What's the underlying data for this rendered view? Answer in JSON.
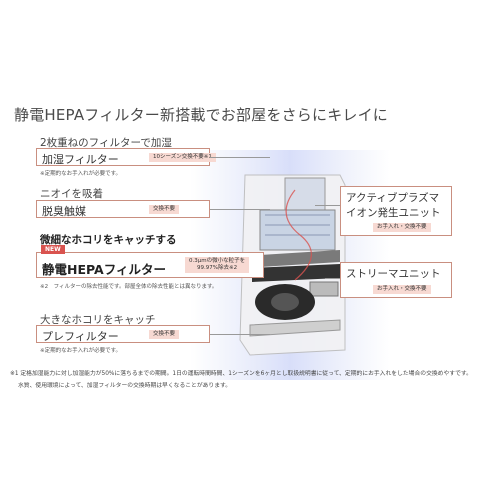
{
  "headline": "静電HEPAフィルター新搭載でお部屋をさらにキレイに",
  "humidify": {
    "caption": "2枚重ねのフィルターで加湿",
    "label": "加湿フィルター",
    "tag": "10シーズン交換不要※1",
    "note": "※定期的なお手入れが必要です。"
  },
  "deodor": {
    "caption": "ニオイを吸着",
    "label": "脱臭触媒",
    "tag": "交換不要"
  },
  "hepa": {
    "caption": "微細なホコリをキャッチする",
    "badge": "NEW",
    "label": "静電HEPAフィルター",
    "tag_line1": "0.3μmの微小な粒子を",
    "tag_line2": "99.97%除去※2",
    "note": "※2　フィルターの除去性能です。部屋全体の除去性能とは異なります。"
  },
  "prefilter": {
    "caption": "大きなホコリをキャッチ",
    "label": "プレフィルター",
    "tag": "交換不要",
    "note": "※定期的なお手入れが必要です。"
  },
  "plasma": {
    "line1": "アクティブプラズマ",
    "line2": "イオン発生ユニット",
    "tag": "お手入れ・交換不要"
  },
  "streamer": {
    "label": "ストリーマユニット",
    "tag": "お手入れ・交換不要"
  },
  "footnotes": {
    "line1": "※1 定格加湿能力に対し加湿能力が50%に落ちるまでの期間。1日の運転時間時間、1シーズンを6ヶ月とし取扱説明書に従って、定期的にお手入れをした場合の交換めやすです。",
    "line2": "水質、使用環境によって、加湿フィルターの交換時期は早くなることがあります。"
  },
  "colors": {
    "box_border": "#c98f80",
    "tag_bg": "#f7d9d2",
    "new_badge": "#d9534f"
  }
}
